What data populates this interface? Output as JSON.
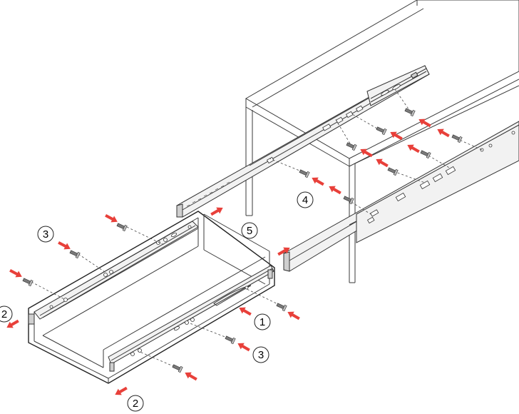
{
  "colors": {
    "arrow": "#e8403a",
    "line": "#333333",
    "panel": "#ffffff",
    "rail": "#f2f2f2"
  },
  "steps": [
    {
      "id": "1",
      "text": "1"
    },
    {
      "id": "2",
      "text": "2"
    },
    {
      "id": "2b",
      "text": "2"
    },
    {
      "id": "3",
      "text": "3"
    },
    {
      "id": "3b",
      "text": "3"
    },
    {
      "id": "4",
      "text": "4"
    },
    {
      "id": "5",
      "text": "5"
    }
  ],
  "icons": [
    "red-arrow-icon",
    "screw-icon",
    "step-number-icon"
  ]
}
